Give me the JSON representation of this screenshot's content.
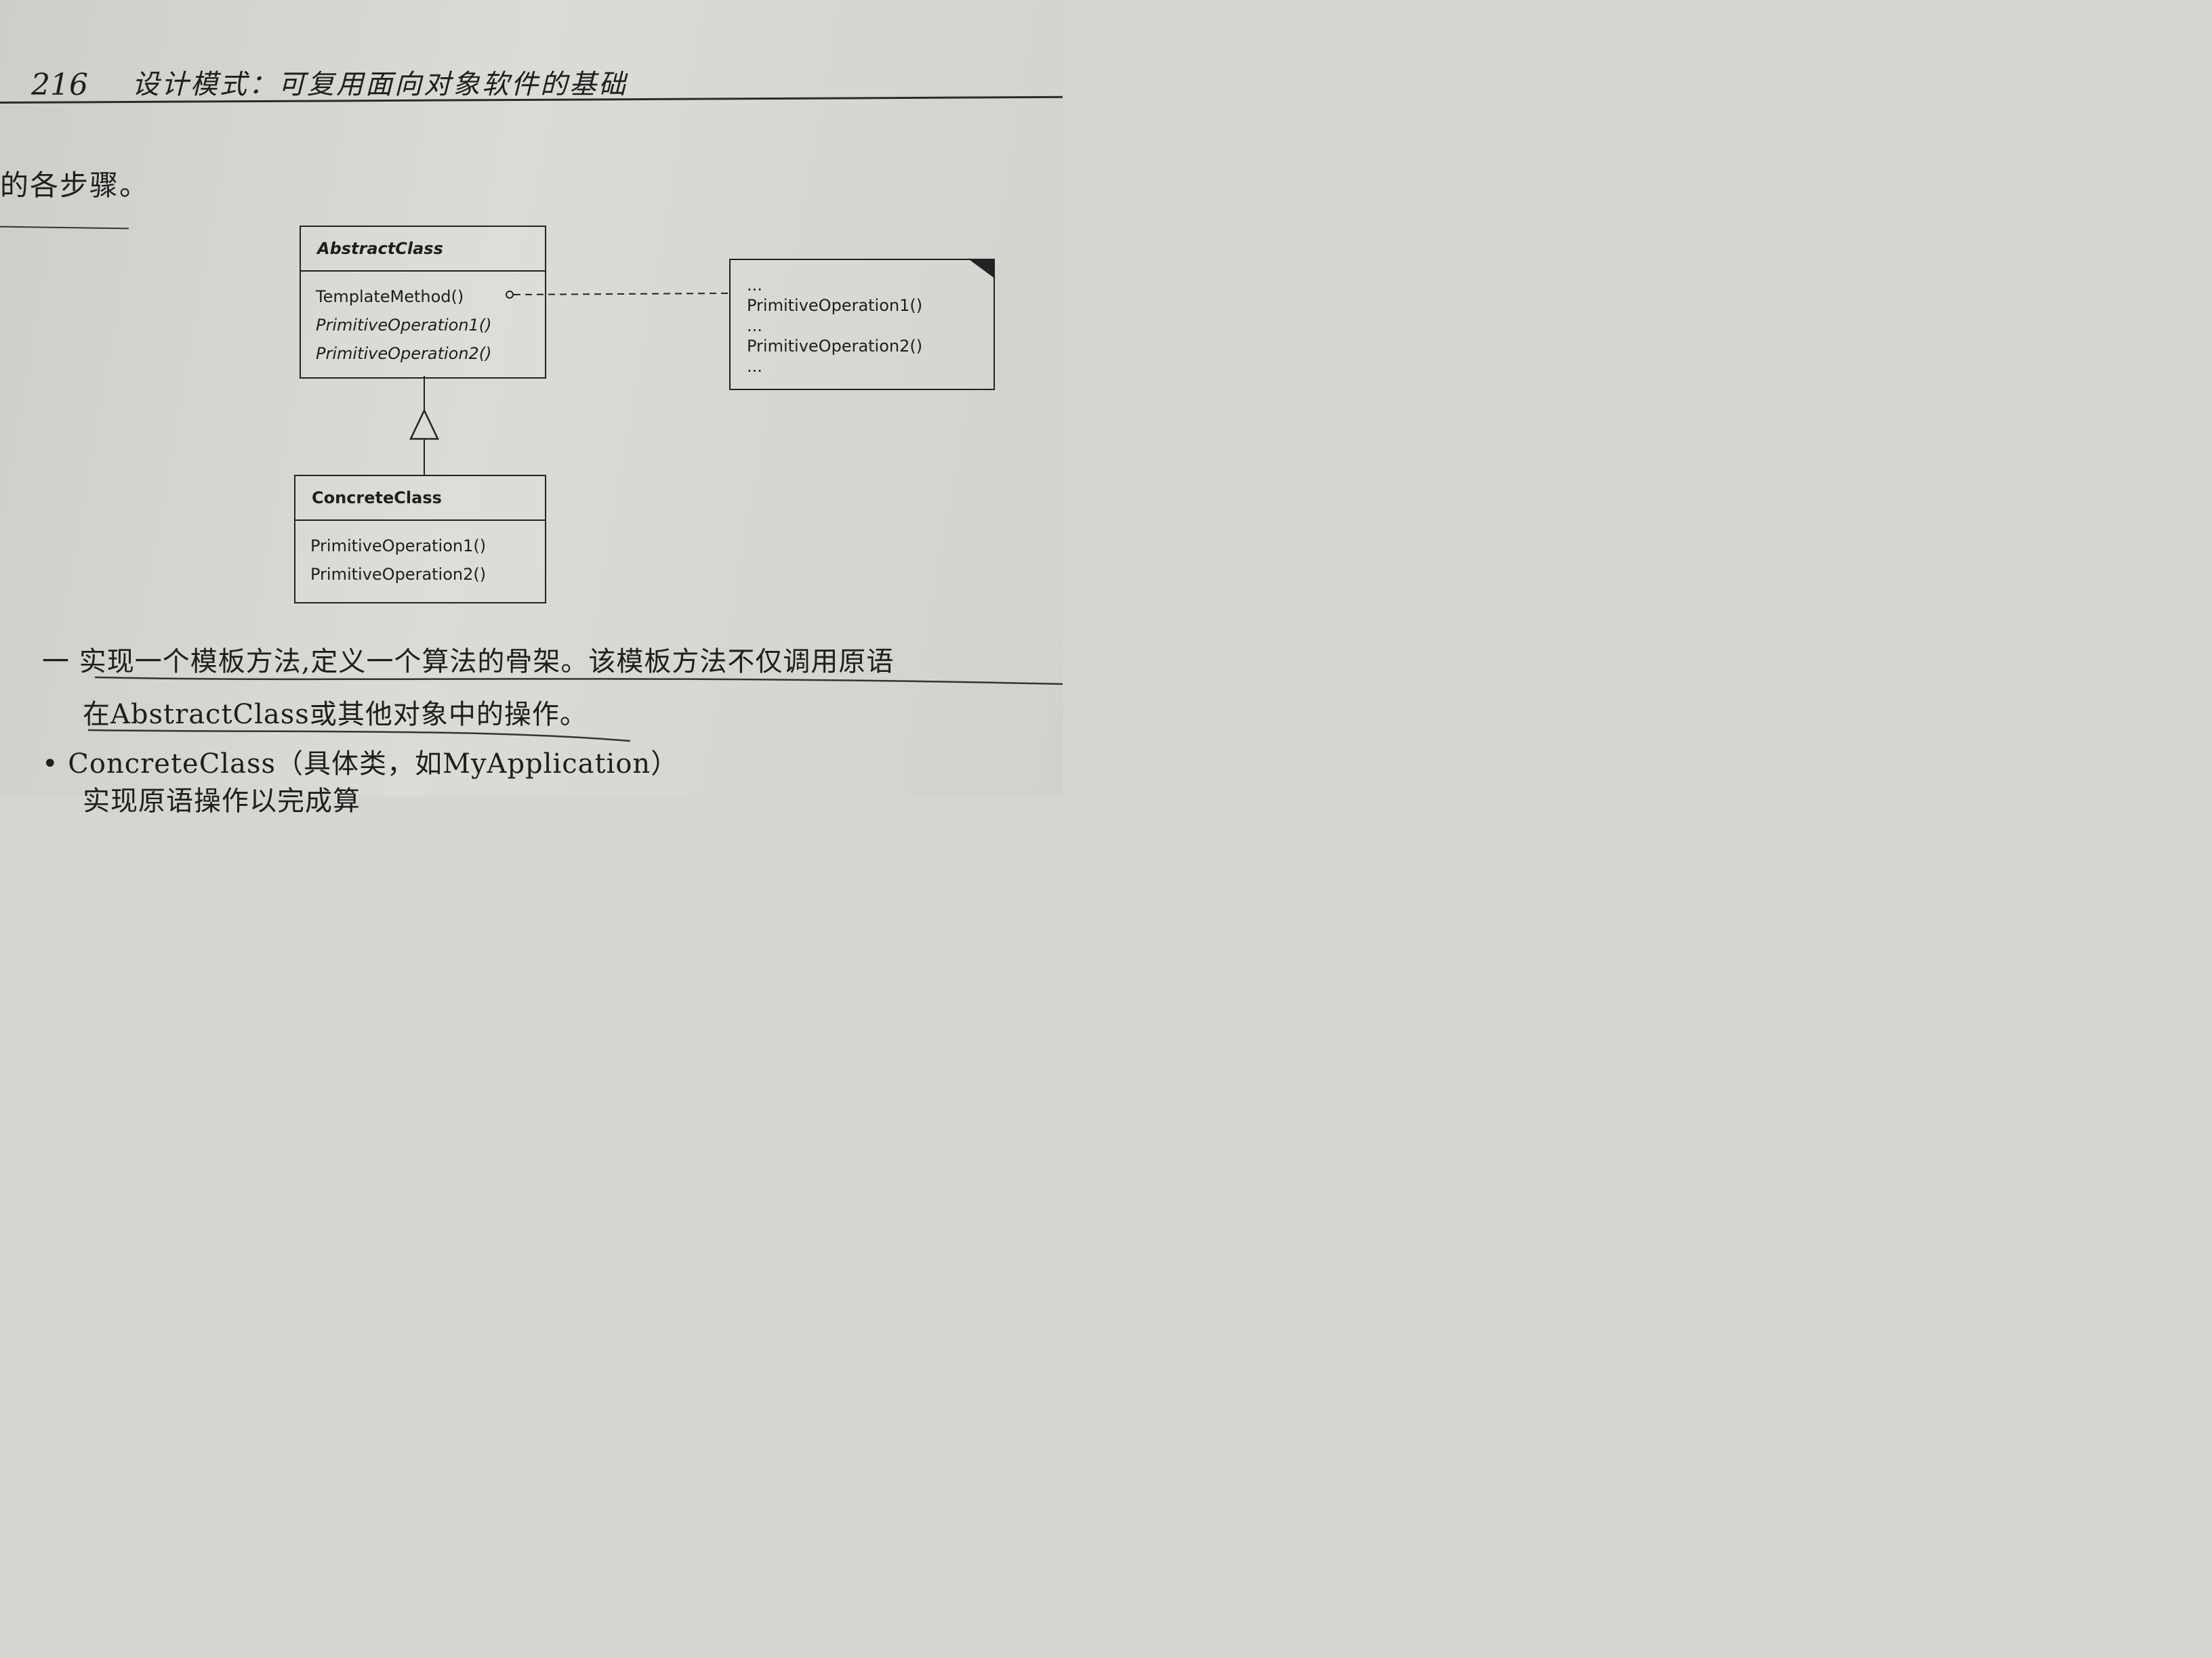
{
  "header": {
    "page_number": "216",
    "title": "设计模式：可复用面向对象软件的基础"
  },
  "intro_text": "的各步骤。",
  "diagram": {
    "abstract_class": {
      "name": "AbstractClass",
      "operations": [
        "TemplateMethod()",
        "PrimitiveOperation1()",
        "PrimitiveOperation2()"
      ]
    },
    "concrete_class": {
      "name": "ConcreteClass",
      "operations": [
        "PrimitiveOperation1()",
        "PrimitiveOperation2()"
      ]
    },
    "note": {
      "lines": [
        "...",
        "PrimitiveOperation1()",
        "...",
        "PrimitiveOperation2()",
        "..."
      ]
    }
  },
  "body": {
    "line1": "一 实现一个模板方法,定义一个算法的骨架。该模板方法不仅调用原语",
    "line2": "在AbstractClass或其他对象中的操作。",
    "line3": "• ConcreteClass（具体类，如MyApplication）",
    "line4": "实现原语操作以完成算"
  }
}
